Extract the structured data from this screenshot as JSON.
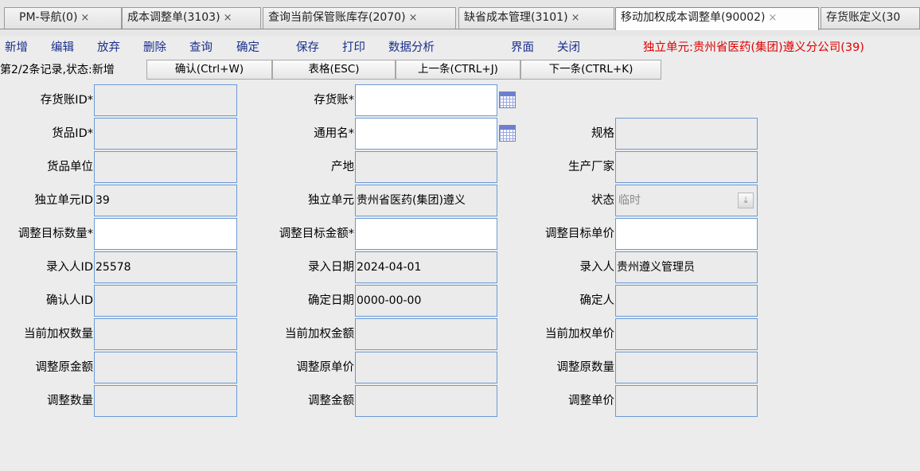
{
  "tabs": [
    {
      "label": "PM-导航(0)",
      "close": "×"
    },
    {
      "label": "成本调整单(3103)",
      "close": "×"
    },
    {
      "label": "查询当前保管账库存(2070)",
      "close": "×"
    },
    {
      "label": "缺省成本管理(3101)",
      "close": "×"
    },
    {
      "label": "移动加权成本调整单(90002)",
      "close": "×"
    },
    {
      "label": "存货账定义(30",
      "close": ""
    }
  ],
  "menu": {
    "items": [
      "新增",
      "编辑",
      "放弃",
      "删除",
      "查询",
      "确定",
      "保存",
      "打印",
      "数据分析",
      "界面",
      "关闭"
    ],
    "unit_label": "独立单元:贵州省医药(集团)遵义分公司(39)"
  },
  "record_bar": {
    "status": "第2/2条记录,状态:新增",
    "buttons": [
      "确认(Ctrl+W)",
      "表格(ESC)",
      "上一条(CTRL+J)",
      "下一条(CTRL+K)"
    ]
  },
  "form": {
    "stock_account_id": {
      "label": "存货账ID*",
      "value": ""
    },
    "stock_account": {
      "label": "存货账*",
      "value": ""
    },
    "goods_id": {
      "label": "货品ID*",
      "value": ""
    },
    "generic_name": {
      "label": "通用名*",
      "value": ""
    },
    "spec": {
      "label": "规格",
      "value": ""
    },
    "goods_unit": {
      "label": "货品单位",
      "value": ""
    },
    "origin": {
      "label": "产地",
      "value": ""
    },
    "manufacturer": {
      "label": "生产厂家",
      "value": ""
    },
    "unit_id": {
      "label": "独立单元ID",
      "value": "39"
    },
    "unit_name": {
      "label": "独立单元",
      "value": "贵州省医药(集团)遵义"
    },
    "status": {
      "label": "状态",
      "value": "临时"
    },
    "target_qty": {
      "label": "调整目标数量*",
      "value": ""
    },
    "target_amount": {
      "label": "调整目标金额*",
      "value": ""
    },
    "target_price": {
      "label": "调整目标单价",
      "value": ""
    },
    "entry_user_id": {
      "label": "录入人ID",
      "value": "25578"
    },
    "entry_date": {
      "label": "录入日期",
      "value": "2024-04-01"
    },
    "entry_user": {
      "label": "录入人",
      "value": "贵州遵义管理员"
    },
    "confirm_user_id": {
      "label": "确认人ID",
      "value": ""
    },
    "confirm_date": {
      "label": "确定日期",
      "value": "0000-00-00"
    },
    "confirm_user": {
      "label": "确定人",
      "value": ""
    },
    "cur_qty": {
      "label": "当前加权数量",
      "value": ""
    },
    "cur_amount": {
      "label": "当前加权金额",
      "value": ""
    },
    "cur_price": {
      "label": "当前加权单价",
      "value": ""
    },
    "orig_amount": {
      "label": "调整原金额",
      "value": ""
    },
    "orig_price": {
      "label": "调整原单价",
      "value": ""
    },
    "orig_qty": {
      "label": "调整原数量",
      "value": ""
    },
    "adj_qty": {
      "label": "调整数量",
      "value": ""
    },
    "adj_amount": {
      "label": "调整金额",
      "value": ""
    },
    "adj_price": {
      "label": "调整单价",
      "value": ""
    }
  },
  "icons": {
    "calendar": "calendar-grid-icon",
    "dropdown": "arrow-down-icon"
  },
  "colors": {
    "menu_text": "#1a2f8c",
    "unit_label": "#e00000",
    "field_border": "#6a9ad6"
  }
}
